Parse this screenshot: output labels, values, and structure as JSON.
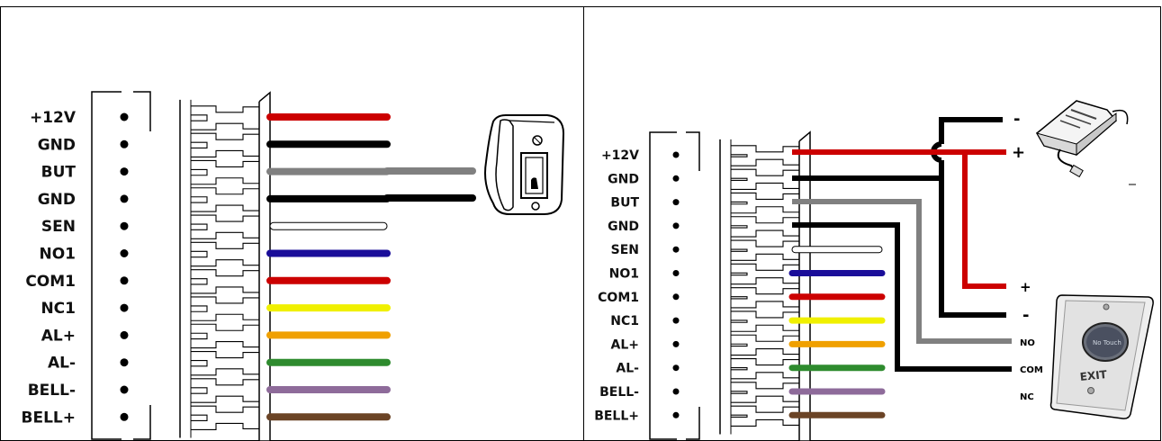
{
  "left_panel": {
    "pins": [
      "+12V",
      "GND",
      "BUT",
      "GND",
      "SEN",
      "NO1",
      "COM1",
      "NC1",
      "AL+",
      "AL-",
      "BELL-",
      "BELL+"
    ]
  },
  "right_panel": {
    "pins": [
      "+12V",
      "GND",
      "BUT",
      "GND",
      "SEN",
      "NO1",
      "COM1",
      "NC1",
      "AL+",
      "AL-",
      "BELL-",
      "BELL+"
    ],
    "power_minus": "-",
    "power_plus": "+",
    "exit_plus": "+",
    "exit_minus": "-",
    "exit_no": "NO",
    "exit_com": "COM",
    "exit_nc": "NC",
    "exit_button_text": "EXIT",
    "exit_button_sensor_text": "No Touch"
  },
  "wire_colors": [
    "#cc0000",
    "#000000",
    "#808080",
    "#000000",
    "#ffffff",
    "#1a0d99",
    "#cc0000",
    "#f0f000",
    "#f0a000",
    "#2e8b2e",
    "#8e6b9a",
    "#6b4426"
  ]
}
